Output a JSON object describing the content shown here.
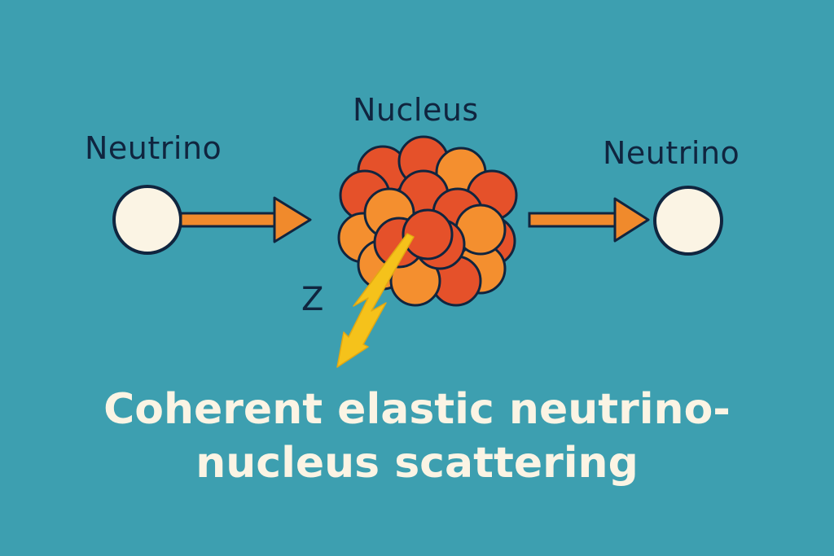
{
  "labels": {
    "neutrino_in": "Neutrino",
    "nucleus": "Nucleus",
    "neutrino_out": "Neutrino",
    "boson": "Z"
  },
  "caption": {
    "line1": "Coherent elastic neutrino-",
    "line2": "nucleus scattering"
  },
  "colors": {
    "background": "#3d9fb0",
    "outline": "#10253f",
    "particle_fill": "#fbf4e4",
    "arrow": "#f08a2c",
    "nucleon_red": "#e5512a",
    "nucleon_orange": "#f48f2f",
    "boson_bolt": "#f5c21b",
    "caption_text": "#fbf4e4"
  },
  "icons": {
    "incoming_particle": "circle",
    "outgoing_particle": "circle",
    "boson_exchange": "lightning-bolt-arrow"
  }
}
